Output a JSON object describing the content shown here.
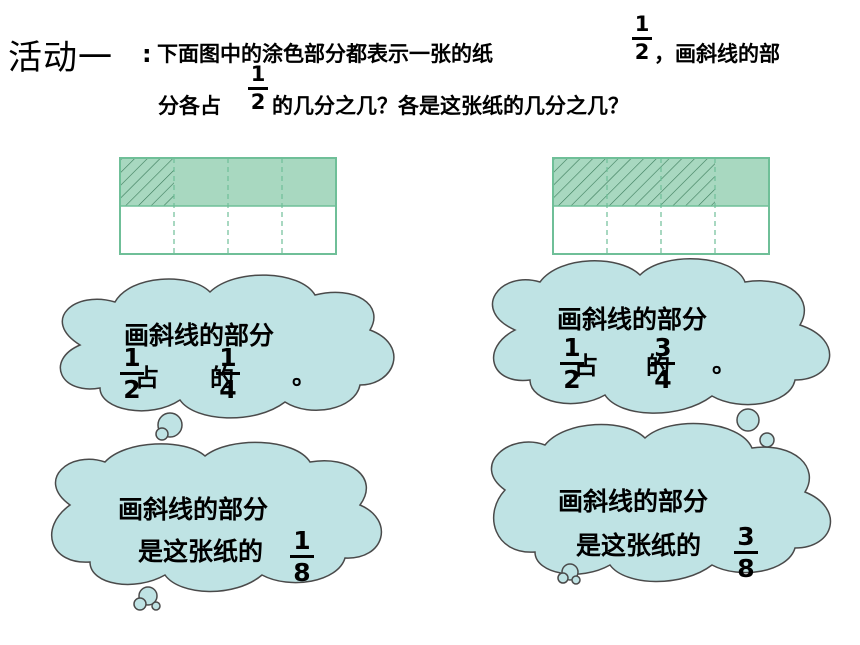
{
  "header": {
    "title": "活动一",
    "colon": ":",
    "line1_text": "下面图中的涂色部分都表示一张的纸",
    "line1_fraction": {
      "num": "1",
      "den": "2"
    },
    "line1_tail": "，画斜线的部",
    "line2_head": "分各占",
    "line2_fraction": {
      "num": "1",
      "den": "2"
    },
    "line2_tail": "的几分之几？各是这张纸的几分之几？"
  },
  "bubbles": {
    "top_left": {
      "line1": "画斜线的部分",
      "frac_a": {
        "num": "1",
        "den": "2"
      },
      "char_zhan": "占",
      "char_de": "的",
      "frac_b": {
        "num": "1",
        "den": "4"
      },
      "period": "。"
    },
    "top_right": {
      "line1": "画斜线的部分",
      "frac_a": {
        "num": "1",
        "den": "2"
      },
      "char_zhan": "占",
      "char_de": "的",
      "frac_b": {
        "num": "3",
        "den": "4"
      },
      "period": "。"
    },
    "bottom_left": {
      "line1": "画斜线的部分",
      "line2": "是这张纸的",
      "frac": {
        "num": "1",
        "den": "8"
      }
    },
    "bottom_right": {
      "line1": "画斜线的部分",
      "line2": "是这张纸的",
      "frac": {
        "num": "3",
        "den": "8"
      }
    }
  },
  "colors": {
    "shade": "#a8d8c0",
    "border": "#6fbf98",
    "cloud_fill": "#bfe3e4",
    "cloud_stroke": "#4a4a4a"
  }
}
